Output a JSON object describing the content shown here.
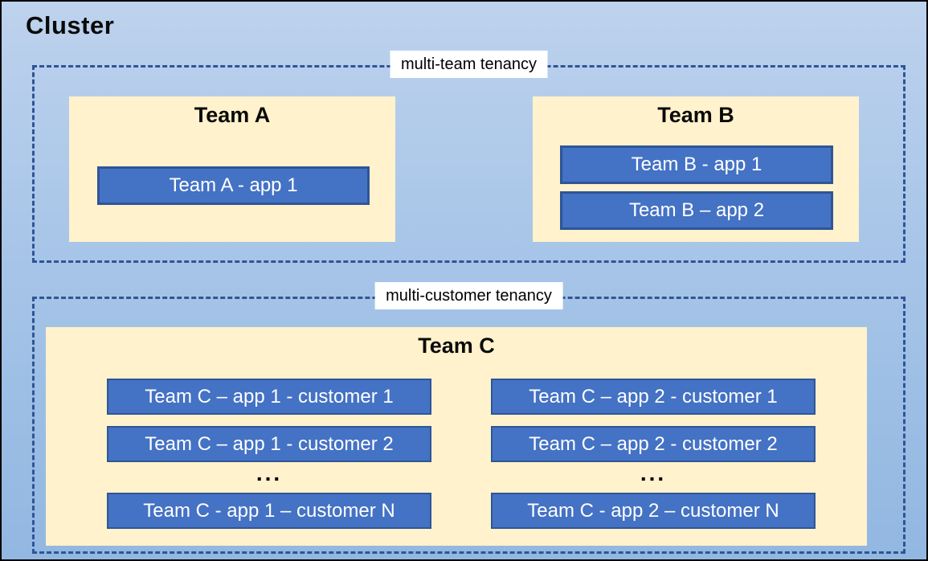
{
  "cluster": {
    "title": "Cluster"
  },
  "sections": [
    {
      "label": "multi-team tenancy"
    },
    {
      "label": "multi-customer tenancy"
    }
  ],
  "teams": {
    "a": {
      "name": "Team A",
      "apps": [
        "Team A - app 1"
      ]
    },
    "b": {
      "name": "Team B",
      "apps": [
        "Team B - app 1",
        "Team B – app 2"
      ]
    },
    "c": {
      "name": "Team C",
      "col1": {
        "rows": [
          "Team C – app 1 - customer 1",
          "Team C – app 1 - customer 2"
        ],
        "ellipsis": "...",
        "last": "Team C - app 1 – customer N"
      },
      "col2": {
        "rows": [
          "Team C – app 2 - customer 1",
          "Team C – app 2 - customer 2"
        ],
        "ellipsis": "...",
        "last": "Team C - app 2 – customer N"
      }
    }
  },
  "colors": {
    "background_top": "#BDD2ED",
    "background_bottom": "#92B7E1",
    "outer_border": "#000000",
    "dashed_border": "#2F5597",
    "team_box_fill": "#FFF2CC",
    "app_box_fill": "#4472C4",
    "app_box_border": "#2F5597",
    "app_text": "#FFFFFF",
    "title_text": "#000000",
    "label_background": "#FFFFFF"
  }
}
